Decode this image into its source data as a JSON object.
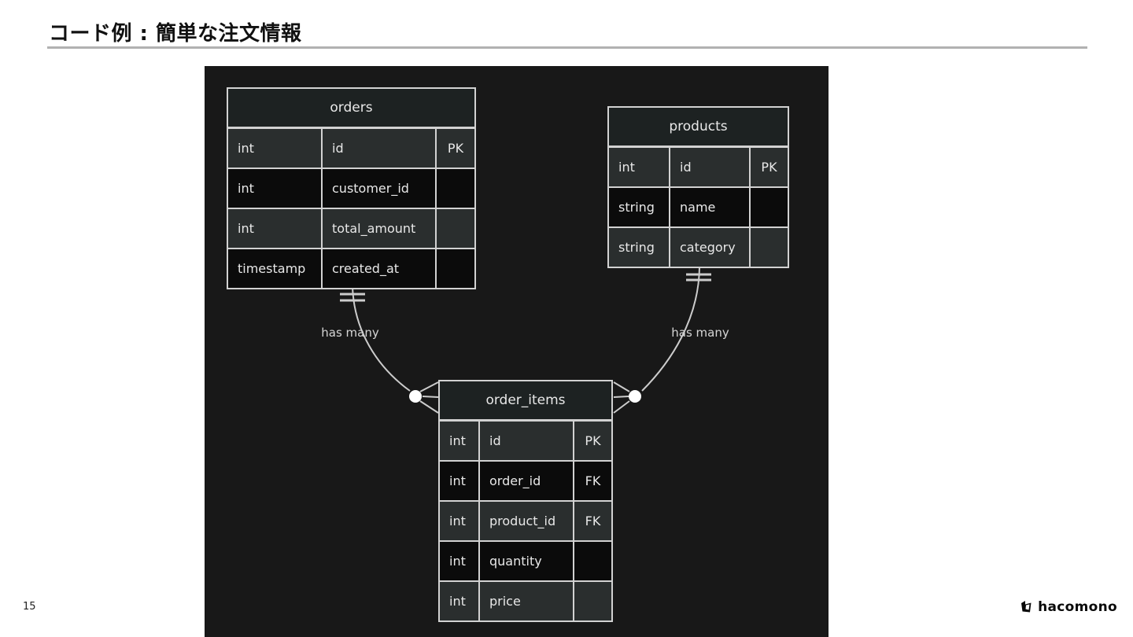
{
  "slide": {
    "title": "コード例 : 簡単な注文情報",
    "page_number": "15",
    "footer_logo_text": "hacomono"
  },
  "colors": {
    "panel_background": "#181818",
    "table_grid": "#d2d2d2",
    "table_header_bg": "#1d2222",
    "row_odd_bg": "#2a2e2e",
    "row_even_bg": "#0b0b0b",
    "table_text": "#e8e8e8",
    "relationship_line": "#cccccc",
    "title_text": "#111111",
    "title_rule": "#b1b1b1"
  },
  "diagram": {
    "tables": {
      "orders": {
        "title": "orders",
        "rows": [
          {
            "type": "int",
            "name": "id",
            "key": "PK"
          },
          {
            "type": "int",
            "name": "customer_id",
            "key": ""
          },
          {
            "type": "int",
            "name": "total_amount",
            "key": ""
          },
          {
            "type": "timestamp",
            "name": "created_at",
            "key": ""
          }
        ]
      },
      "products": {
        "title": "products",
        "rows": [
          {
            "type": "int",
            "name": "id",
            "key": "PK"
          },
          {
            "type": "string",
            "name": "name",
            "key": ""
          },
          {
            "type": "string",
            "name": "category",
            "key": ""
          }
        ]
      },
      "order_items": {
        "title": "order_items",
        "rows": [
          {
            "type": "int",
            "name": "id",
            "key": "PK"
          },
          {
            "type": "int",
            "name": "order_id",
            "key": "FK"
          },
          {
            "type": "int",
            "name": "product_id",
            "key": "FK"
          },
          {
            "type": "int",
            "name": "quantity",
            "key": ""
          },
          {
            "type": "int",
            "name": "price",
            "key": ""
          }
        ]
      }
    },
    "relationships": [
      {
        "from": "orders",
        "to": "order_items",
        "label": "has many",
        "from_cardinality": "one",
        "to_cardinality": "zero-or-many"
      },
      {
        "from": "products",
        "to": "order_items",
        "label": "has many",
        "from_cardinality": "one",
        "to_cardinality": "zero-or-many"
      }
    ]
  }
}
